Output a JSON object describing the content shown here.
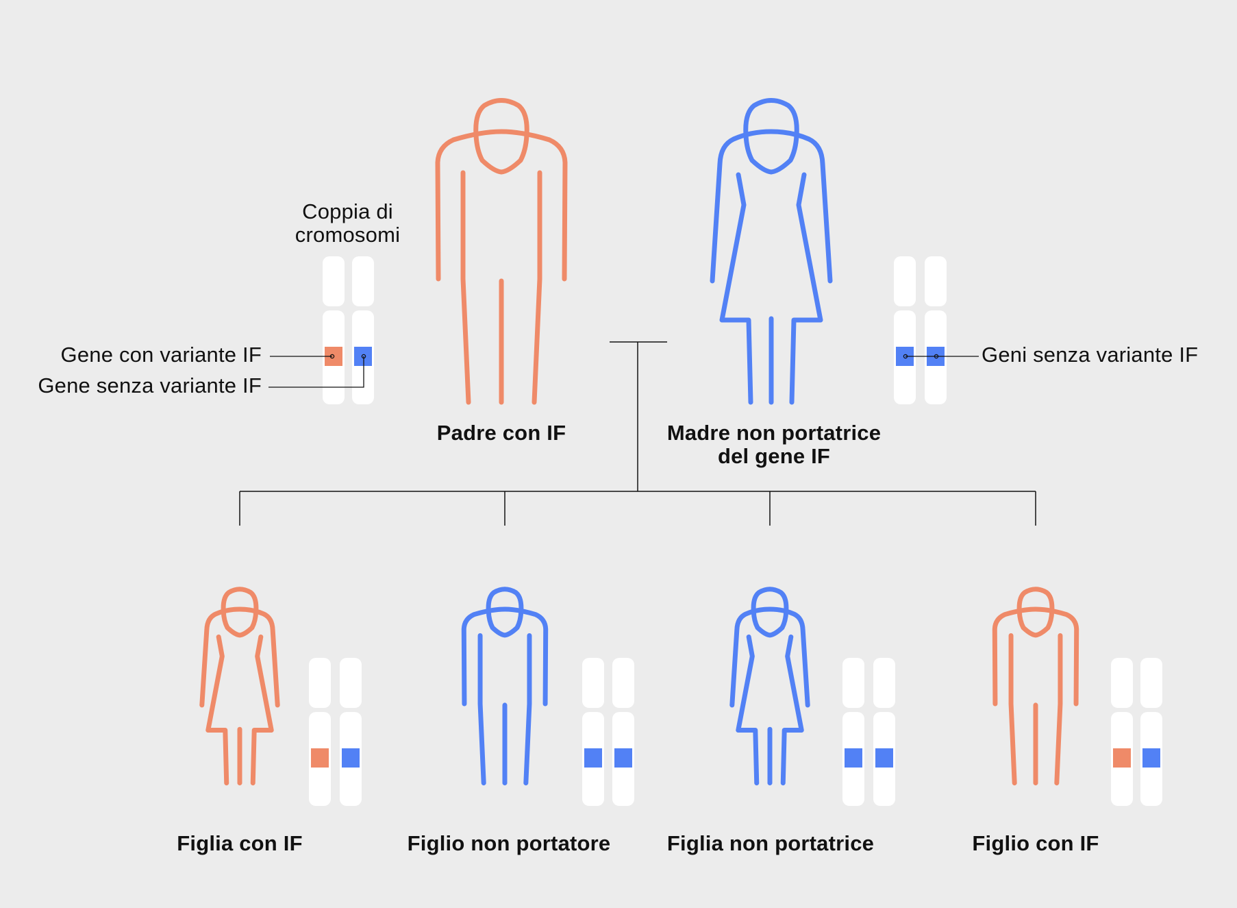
{
  "colors": {
    "affected": "#ef8a68",
    "unaffected": "#5281f5",
    "chromosome": "#ffffff",
    "line": "#111111",
    "background": "#ececec"
  },
  "annotations": {
    "chromosome_pair": [
      "Coppia di",
      "cromosomi"
    ],
    "gene_with_variant": "Gene con variante IF",
    "gene_without_variant": "Gene senza variante IF",
    "genes_without_variant": "Geni senza variante IF"
  },
  "parents": [
    {
      "label": [
        "Padre con IF"
      ],
      "sex": "male",
      "status": "affected",
      "icon": "man-icon",
      "genes": [
        "affected",
        "unaffected"
      ]
    },
    {
      "label": [
        "Madre non portatrice",
        "del gene IF"
      ],
      "sex": "female",
      "status": "unaffected",
      "icon": "woman-icon",
      "genes": [
        "unaffected",
        "unaffected"
      ]
    }
  ],
  "children": [
    {
      "label": "Figlia con IF",
      "sex": "female",
      "status": "affected",
      "icon": "woman-icon",
      "genes": [
        "affected",
        "unaffected"
      ]
    },
    {
      "label": "Figlio non portatore",
      "sex": "male",
      "status": "unaffected",
      "icon": "man-icon",
      "genes": [
        "unaffected",
        "unaffected"
      ]
    },
    {
      "label": "Figlia non portatrice",
      "sex": "female",
      "status": "unaffected",
      "icon": "woman-icon",
      "genes": [
        "unaffected",
        "unaffected"
      ]
    },
    {
      "label": "Figlio con IF",
      "sex": "male",
      "status": "affected",
      "icon": "man-icon",
      "genes": [
        "affected",
        "unaffected"
      ]
    }
  ]
}
